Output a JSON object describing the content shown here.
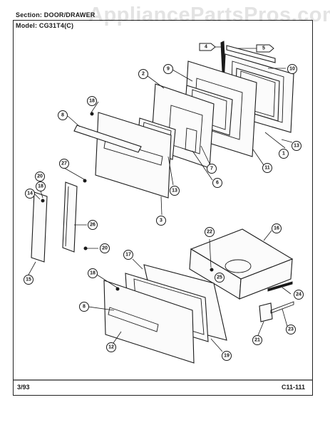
{
  "header": {
    "section_line": "Section: DOOR/DRAWER",
    "model_line": "Model: CG31T4(C)"
  },
  "watermark": "AppliancePartsPros.com",
  "footer": {
    "date": "3/93",
    "code": "C11-111"
  },
  "callouts": {
    "c1": "1",
    "c2": "2",
    "c3": "3",
    "c4": "4",
    "c5": "5",
    "c6": "6",
    "c7": "7",
    "c8a": "8",
    "c8b": "8",
    "c9": "9",
    "c10": "10",
    "c11": "11",
    "c12": "12",
    "c13a": "13",
    "c13b": "13",
    "c14": "14",
    "c15": "15",
    "c16": "16",
    "c17": "17",
    "c18a": "18",
    "c18b": "18",
    "c18c": "18",
    "c19": "19",
    "c20a": "20",
    "c20b": "20",
    "c21": "21",
    "c22": "22",
    "c23": "23",
    "c24": "24",
    "c25": "25",
    "c26": "26",
    "c27": "27"
  }
}
